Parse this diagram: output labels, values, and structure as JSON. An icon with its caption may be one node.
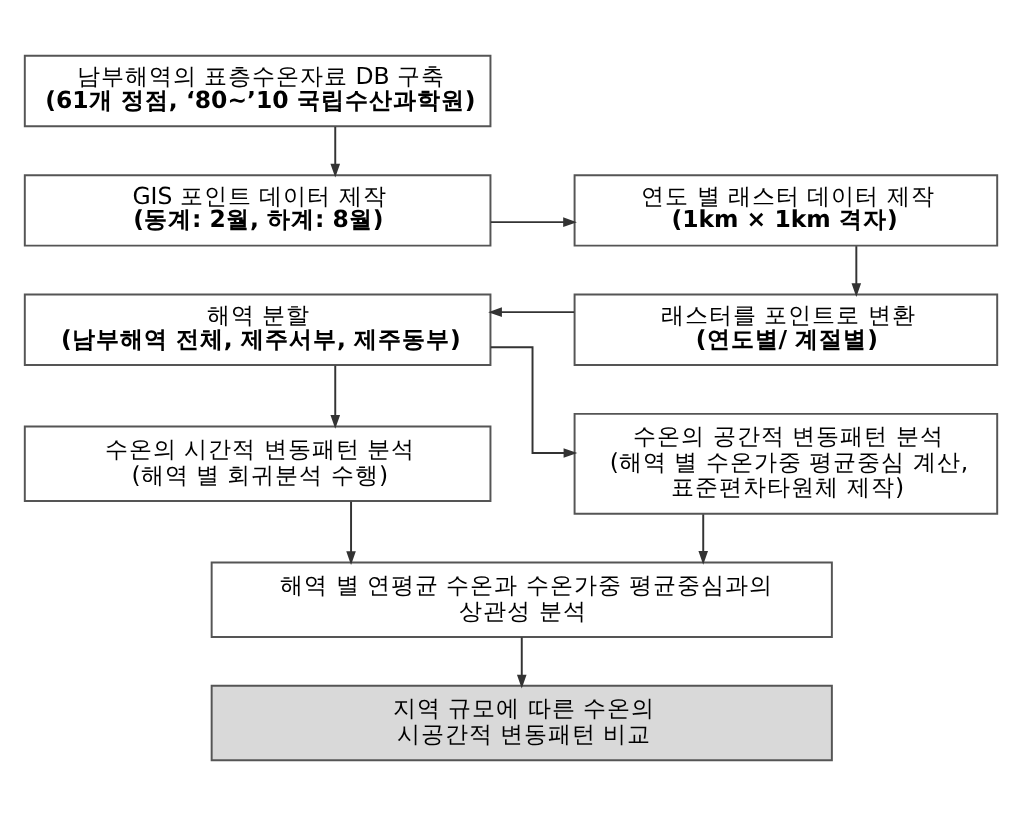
{
  "diagram": {
    "nodes": [
      {
        "text": [
          "남부해역의 표층수온자료 DB 구축",
          "(61개 정점, ‘80~’10 국립수산과학원)"
        ]
      },
      {
        "text": [
          "GIS 포인트 데이터 제작",
          "(동계: 2월, 하계: 8월)"
        ]
      },
      {
        "text": [
          "연도 별 래스터 데이터 제작",
          "(1km × 1km 격자)"
        ]
      },
      {
        "text": [
          "래스터를 포인트로 변환",
          "(연도별/ 계절별)"
        ]
      },
      {
        "text": [
          "해역 분할",
          "(남부해역 전체, 제주서부, 제주동부)"
        ]
      },
      {
        "text": [
          "수온의 시간적 변동패턴 분석",
          "(해역 별 회귀분석 수행)"
        ]
      },
      {
        "text": [
          "수온의 공간적 변동패턴 분석",
          "(해역 별 수온가중 평균중심 계산, 표준편차타원체 제작)"
        ]
      },
      {
        "text": [
          "해역 별 연평균 수온과 수온가중 평균중심과의 상관성 분석"
        ]
      },
      {
        "text": [
          "지역 규모에 따른 수온의 시공간적 변동패턴 비교"
        ]
      }
    ],
    "edges": [
      {
        "from": 0,
        "to": 1,
        "arrow": "to"
      },
      {
        "from": 1,
        "to": 2,
        "arrow": "to"
      },
      {
        "from": 2,
        "to": 3,
        "arrow": "to"
      },
      {
        "from": 3,
        "to": 4,
        "arrow": "to"
      },
      {
        "from": 4,
        "to": 5,
        "arrow": "to"
      },
      {
        "from": 4,
        "to": 6,
        "arrow": "to"
      },
      {
        "from": 5,
        "to": 7,
        "arrow": "to"
      },
      {
        "from": 6,
        "to": 7,
        "arrow": "to"
      },
      {
        "from": 7,
        "to": 8,
        "arrow": "to"
      }
    ]
  }
}
